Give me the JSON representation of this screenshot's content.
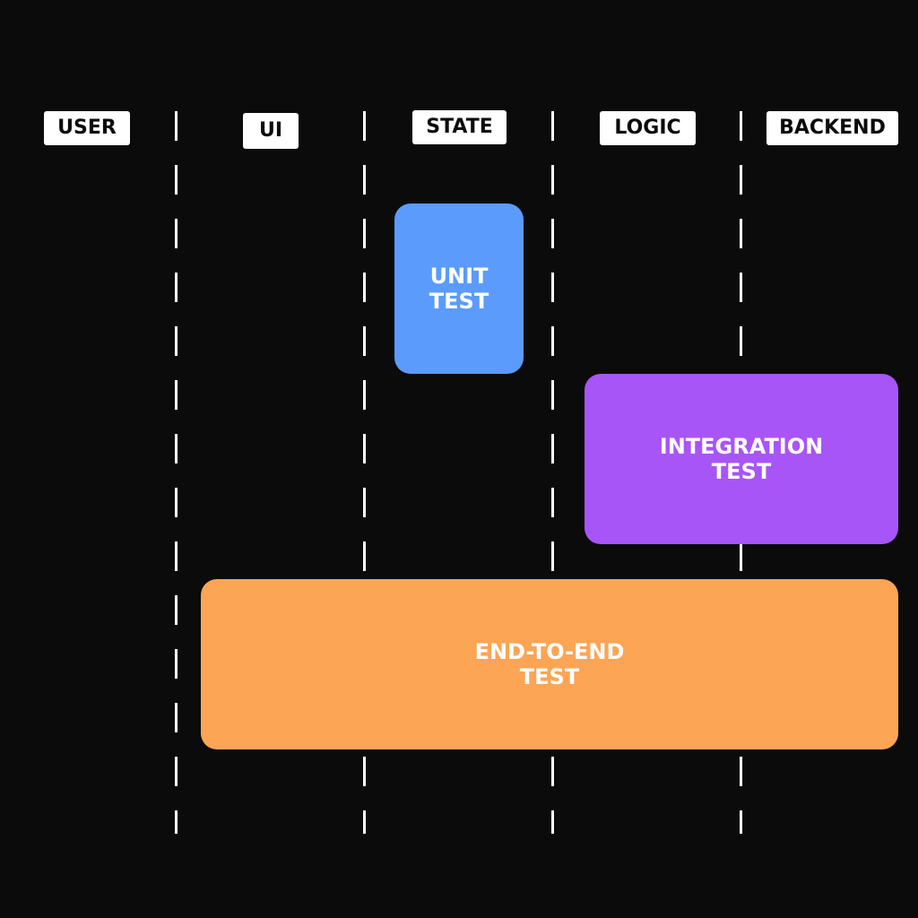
{
  "colors": {
    "background": "#0b0b0b",
    "label_background": "#ffffff",
    "label_text": "#0b0b0b",
    "divider": "#ffffff",
    "unit_test": "#5b9bfb",
    "integration_test": "#a855f7",
    "end_to_end_test": "#fca554",
    "box_text": "#ffffff"
  },
  "columns": {
    "user": "USER",
    "ui": "UI",
    "state": "STATE",
    "logic": "LOGIC",
    "backend": "BACKEND"
  },
  "tests": {
    "unit": {
      "line1": "UNIT",
      "line2": "TEST"
    },
    "integration": {
      "line1": "INTEGRATION",
      "line2": "TEST"
    },
    "end_to_end": {
      "line1": "END-TO-END",
      "line2": "TEST"
    }
  }
}
